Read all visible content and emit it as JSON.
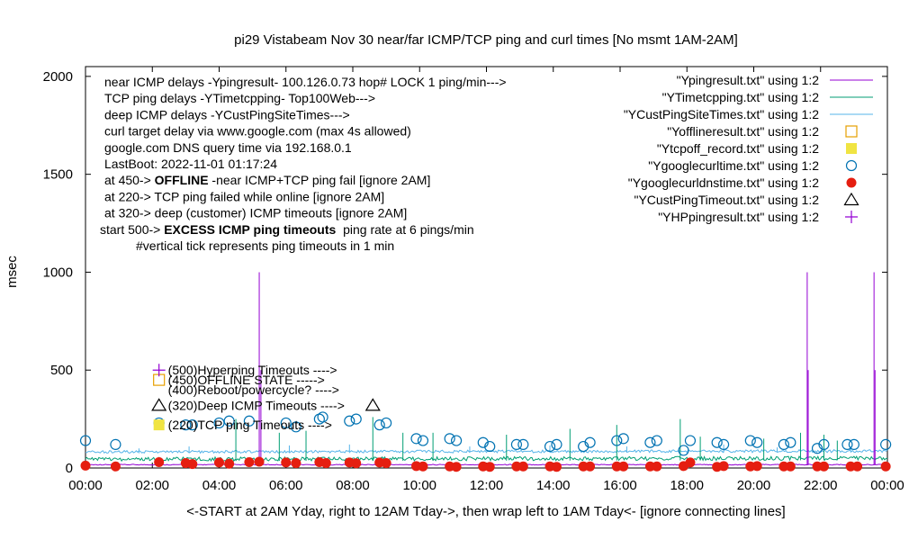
{
  "chart_data": {
    "type": "line",
    "title": "pi29 Vistabeam Nov 30  near/far ICMP/TCP ping and curl times [No msmt 1AM-2AM]",
    "xlabel": "<-START at 2AM Yday, right to 12AM Tday->, then wrap left to 1AM Tday<- [ignore connecting lines]",
    "ylabel": "msec",
    "xlim": [
      0,
      24
    ],
    "ylim": [
      0,
      2050
    ],
    "x_ticks": [
      {
        "v": 0,
        "label": "00:00"
      },
      {
        "v": 2,
        "label": "02:00"
      },
      {
        "v": 4,
        "label": "04:00"
      },
      {
        "v": 6,
        "label": "06:00"
      },
      {
        "v": 8,
        "label": "08:00"
      },
      {
        "v": 10,
        "label": "10:00"
      },
      {
        "v": 12,
        "label": "12:00"
      },
      {
        "v": 14,
        "label": "14:00"
      },
      {
        "v": 16,
        "label": "16:00"
      },
      {
        "v": 18,
        "label": "18:00"
      },
      {
        "v": 20,
        "label": "20:00"
      },
      {
        "v": 22,
        "label": "22:00"
      },
      {
        "v": 24,
        "label": "00:00"
      }
    ],
    "y_ticks": [
      {
        "v": 0,
        "label": "0"
      },
      {
        "v": 500,
        "label": "500"
      },
      {
        "v": 1000,
        "label": "1000"
      },
      {
        "v": 1500,
        "label": "1500"
      },
      {
        "v": 2000,
        "label": "2000"
      }
    ],
    "grid": false,
    "legend_position": "top-right",
    "notes": [
      {
        "text": "near ICMP delays -Ypingresult- 100.126.0.73 hop# LOCK 1 ping/min--->",
        "bold": ""
      },
      {
        "text": "TCP ping delays -YTimetcpping- Top100Web--->",
        "bold": ""
      },
      {
        "text": "deep ICMP delays -YCustPingSiteTimes--->",
        "bold": ""
      },
      {
        "text": "curl target delay via www.google.com (max 4s allowed)",
        "bold": ""
      },
      {
        "text": "google.com DNS query time via 192.168.0.1",
        "bold": ""
      },
      {
        "text": "LastBoot: 2022-11-01 01:17:24",
        "bold": ""
      },
      {
        "text": "at 450-> ",
        "bold": "OFFLINE",
        "after": " -near ICMP+TCP ping fail [ignore 2AM]"
      },
      {
        "text": "at 220-> TCP ping failed while online [ignore 2AM]",
        "bold": ""
      },
      {
        "text": "at 320-> deep (customer) ICMP timeouts [ignore 2AM]",
        "bold": ""
      },
      {
        "text": "start 500-> ",
        "bold": "EXCESS ICMP ping timeouts",
        "after": "  ping rate at 6 pings/min"
      },
      {
        "text": "         #vertical tick represents ping timeouts in 1 min",
        "bold": ""
      }
    ],
    "marker_labels": [
      {
        "text": "(500)Hyperping Timeouts ---->",
        "x": 2.2,
        "y": 500
      },
      {
        "text": "(450)OFFLINE STATE ----->",
        "x": 2.2,
        "y": 450
      },
      {
        "text": "(400)Reboot/powercycle? ---->",
        "x": 2.2,
        "y": 400
      },
      {
        "text": "(320)Deep ICMP Timeouts ---->",
        "x": 2.2,
        "y": 320
      },
      {
        "text": "(220)TCP ping Timeouts ---->",
        "x": 2.2,
        "y": 220
      }
    ],
    "series": [
      {
        "name": "\"Ypingresult.txt\" using 1:2",
        "style": "line",
        "color": "#9400d3",
        "baseline": [
          [
            0,
            15
          ],
          [
            24,
            15
          ]
        ],
        "spikes": [
          [
            5.2,
            1000
          ],
          [
            5.25,
            500
          ],
          [
            21.6,
            1000
          ],
          [
            21.63,
            500
          ],
          [
            23.6,
            1000
          ],
          [
            23.63,
            500
          ]
        ]
      },
      {
        "name": "\"YTimetcpping.txt\" using 1:2",
        "style": "line",
        "color": "#009e73",
        "baseline": [
          [
            0,
            35
          ],
          [
            24,
            40
          ]
        ],
        "spikes": [
          [
            4.5,
            250
          ],
          [
            5.8,
            180
          ],
          [
            6.6,
            190
          ],
          [
            8.6,
            260
          ],
          [
            9.5,
            180
          ],
          [
            10.4,
            180
          ],
          [
            12.6,
            170
          ],
          [
            14.5,
            200
          ],
          [
            15.9,
            220
          ],
          [
            17.8,
            250
          ],
          [
            18.4,
            160
          ],
          [
            20.3,
            150
          ],
          [
            21.4,
            180
          ],
          [
            22.1,
            170
          ],
          [
            22.5,
            140
          ]
        ]
      },
      {
        "name": "\"YCustPingSiteTimes.txt\" using 1:2",
        "style": "line",
        "color": "#56b4e9",
        "baseline": [
          [
            0,
            75
          ],
          [
            24,
            80
          ]
        ],
        "spikes": [
          [
            1.6,
            100
          ],
          [
            3.1,
            110
          ],
          [
            6.1,
            115
          ],
          [
            7.9,
            120
          ],
          [
            11.5,
            110
          ],
          [
            13.9,
            115
          ],
          [
            16.2,
            110
          ],
          [
            19.1,
            120
          ],
          [
            20.7,
            105
          ],
          [
            22.9,
            110
          ]
        ]
      },
      {
        "name": "\"Yofflineresult.txt\" using 1:2",
        "style": "open-square",
        "color": "#e69f00",
        "points": [
          [
            2.2,
            450
          ]
        ]
      },
      {
        "name": "\"Ytcpoff_record.txt\" using 1:2",
        "style": "filled-square",
        "color": "#f0e442",
        "points": [
          [
            2.2,
            220
          ]
        ]
      },
      {
        "name": "\"Ygooglecurltime.txt\" using 1:2",
        "style": "open-circle",
        "color": "#0072b2",
        "points": [
          [
            0.0,
            140
          ],
          [
            0.9,
            120
          ],
          [
            2.2,
            230
          ],
          [
            3.0,
            220
          ],
          [
            3.2,
            220
          ],
          [
            4.0,
            230
          ],
          [
            4.3,
            240
          ],
          [
            4.9,
            240
          ],
          [
            6.0,
            230
          ],
          [
            6.3,
            210
          ],
          [
            7.0,
            250
          ],
          [
            7.1,
            260
          ],
          [
            7.9,
            240
          ],
          [
            8.1,
            250
          ],
          [
            8.8,
            220
          ],
          [
            9.0,
            230
          ],
          [
            9.9,
            150
          ],
          [
            10.1,
            140
          ],
          [
            10.9,
            150
          ],
          [
            11.1,
            140
          ],
          [
            11.9,
            130
          ],
          [
            12.1,
            110
          ],
          [
            12.9,
            120
          ],
          [
            13.1,
            120
          ],
          [
            13.9,
            110
          ],
          [
            14.1,
            120
          ],
          [
            14.9,
            110
          ],
          [
            15.1,
            130
          ],
          [
            15.9,
            140
          ],
          [
            16.1,
            150
          ],
          [
            16.9,
            130
          ],
          [
            17.1,
            140
          ],
          [
            17.9,
            90
          ],
          [
            18.1,
            140
          ],
          [
            18.9,
            130
          ],
          [
            19.1,
            120
          ],
          [
            19.9,
            140
          ],
          [
            20.1,
            130
          ],
          [
            20.9,
            120
          ],
          [
            21.1,
            130
          ],
          [
            21.9,
            100
          ],
          [
            22.1,
            120
          ],
          [
            22.8,
            120
          ],
          [
            23.0,
            120
          ],
          [
            23.95,
            120
          ]
        ]
      },
      {
        "name": "\"Ygooglecurldnstime.txt\" using 1:2",
        "style": "filled-circle",
        "color": "#e51e10",
        "points": [
          [
            0.0,
            12
          ],
          [
            0.9,
            8
          ],
          [
            2.2,
            30
          ],
          [
            3.0,
            25
          ],
          [
            3.2,
            20
          ],
          [
            4.0,
            28
          ],
          [
            4.3,
            22
          ],
          [
            4.9,
            30
          ],
          [
            5.2,
            32
          ],
          [
            6.0,
            28
          ],
          [
            6.3,
            25
          ],
          [
            7.0,
            30
          ],
          [
            7.2,
            25
          ],
          [
            7.9,
            28
          ],
          [
            8.1,
            24
          ],
          [
            8.8,
            28
          ],
          [
            9.0,
            25
          ],
          [
            9.9,
            10
          ],
          [
            10.1,
            8
          ],
          [
            10.9,
            8
          ],
          [
            11.1,
            6
          ],
          [
            11.9,
            8
          ],
          [
            12.1,
            6
          ],
          [
            12.9,
            8
          ],
          [
            13.1,
            8
          ],
          [
            13.9,
            8
          ],
          [
            14.1,
            6
          ],
          [
            14.9,
            8
          ],
          [
            15.1,
            8
          ],
          [
            15.9,
            8
          ],
          [
            16.1,
            8
          ],
          [
            16.9,
            8
          ],
          [
            17.1,
            8
          ],
          [
            17.9,
            10
          ],
          [
            18.1,
            28
          ],
          [
            18.9,
            6
          ],
          [
            19.1,
            10
          ],
          [
            19.9,
            8
          ],
          [
            20.1,
            10
          ],
          [
            20.9,
            8
          ],
          [
            21.1,
            8
          ],
          [
            21.9,
            8
          ],
          [
            22.1,
            8
          ],
          [
            22.9,
            8
          ],
          [
            23.1,
            8
          ],
          [
            23.95,
            8
          ]
        ]
      },
      {
        "name": "\"YCustPingTimeout.txt\" using 1:2",
        "style": "open-triangle",
        "color": "#000000",
        "points": [
          [
            2.2,
            320
          ],
          [
            8.6,
            320
          ]
        ]
      },
      {
        "name": "\"YHPpingresult.txt\" using 1:2",
        "style": "plus",
        "color": "#9400d3",
        "points": [
          [
            2.2,
            500
          ]
        ]
      }
    ]
  }
}
